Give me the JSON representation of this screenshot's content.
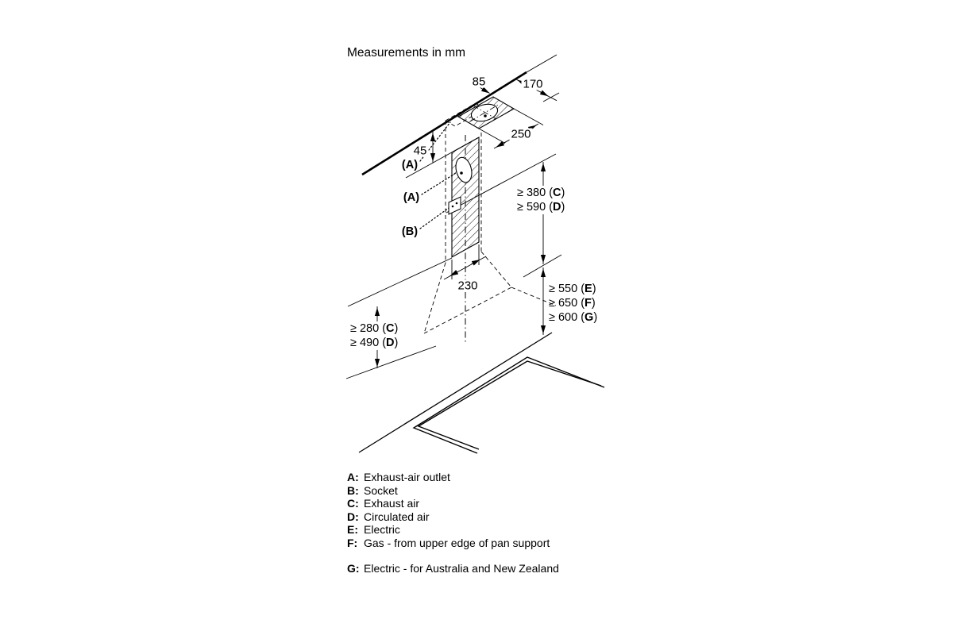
{
  "title": "Measurements in mm",
  "diagram": {
    "dims": {
      "d85": "85",
      "d170": "170",
      "d250": "250",
      "d45": "45",
      "d230": "230",
      "d380": {
        "pre": "≥ 380 (",
        "key": "C",
        "post": ")"
      },
      "d590": {
        "pre": "≥ 590 (",
        "key": "D",
        "post": ")"
      },
      "d550": {
        "pre": "≥ 550 (",
        "key": "E",
        "post": ")"
      },
      "d650": {
        "pre": "≥ 650 (",
        "key": "F",
        "post": ")"
      },
      "d600": {
        "pre": "≥ 600 (",
        "key": "G",
        "post": ")"
      },
      "d280": {
        "pre": "≥ 280 (",
        "key": "C",
        "post": ")"
      },
      "d490": {
        "pre": "≥ 490 (",
        "key": "D",
        "post": ")"
      }
    },
    "callouts": {
      "a1": "(A)",
      "a2": "(A)",
      "b": "(B)"
    }
  },
  "legend": [
    {
      "key": "A:",
      "label": "Exhaust-air outlet"
    },
    {
      "key": "B:",
      "label": "Socket"
    },
    {
      "key": "C:",
      "label": "Exhaust air"
    },
    {
      "key": "D:",
      "label": "Circulated air"
    },
    {
      "key": "E:",
      "label": "Electric"
    },
    {
      "key": "F:",
      "label": "Gas - from upper edge of pan support"
    },
    {
      "key": "G:",
      "label": "Electric - for Australia and New Zealand"
    }
  ]
}
